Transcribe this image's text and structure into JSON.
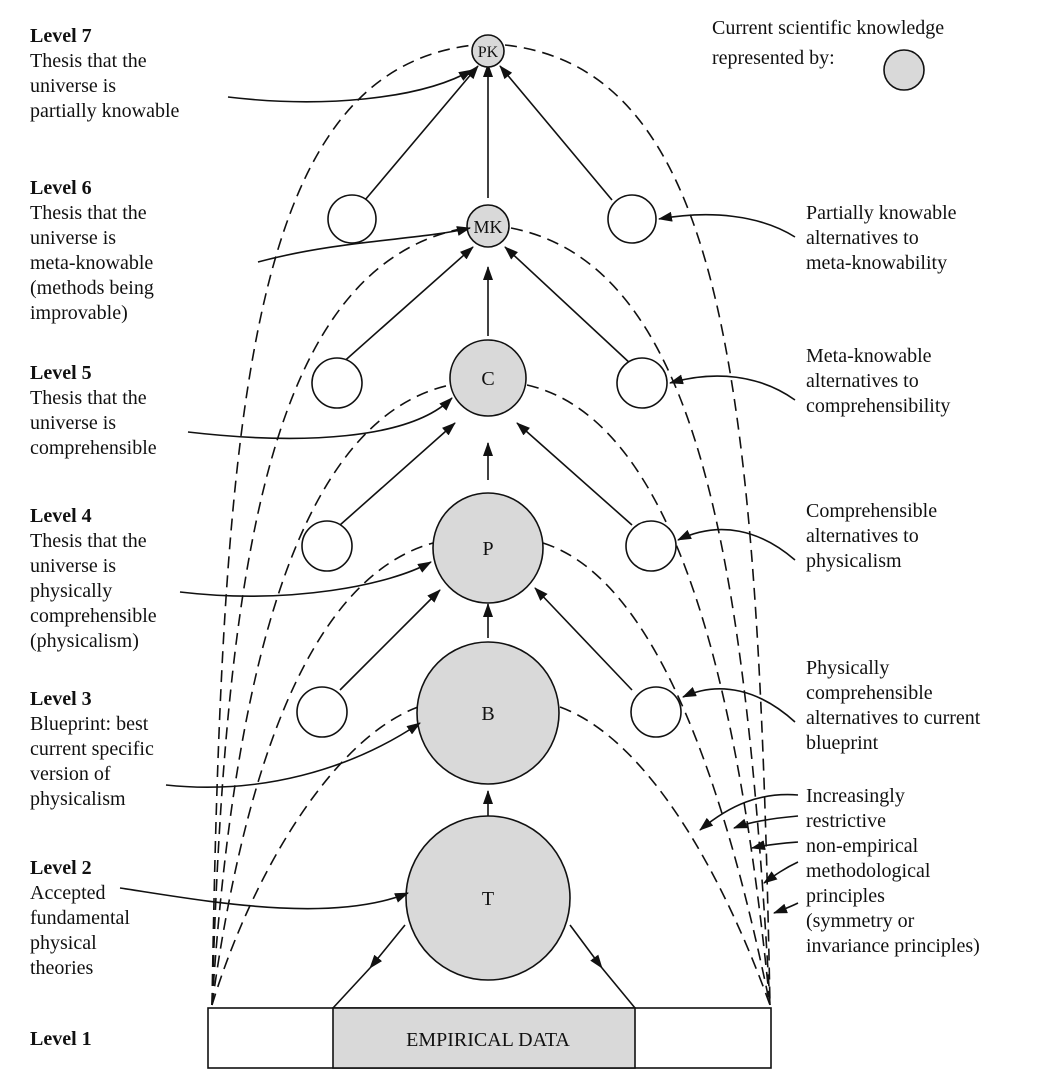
{
  "colors": {
    "current_node_fill": "#d9d9d9",
    "alt_node_fill": "#ffffff",
    "stroke": "#111111"
  },
  "legend": {
    "line1": "Current scientific knowledge",
    "line2": "represented by:"
  },
  "levels": [
    {
      "title": "Level 7",
      "desc": [
        "Thesis that the",
        "universe is",
        "partially knowable"
      ]
    },
    {
      "title": "Level 6",
      "desc": [
        "Thesis that the",
        "universe is",
        "meta-knowable",
        "(methods being",
        "improvable)"
      ]
    },
    {
      "title": "Level 5",
      "desc": [
        "Thesis that the",
        "universe is",
        "comprehensible"
      ]
    },
    {
      "title": "Level 4",
      "desc": [
        "Thesis that the",
        "universe is",
        "physically",
        "comprehensible",
        "(physicalism)"
      ]
    },
    {
      "title": "Level 3",
      "desc": [
        "Blueprint: best",
        "current specific",
        "version of",
        "physicalism"
      ]
    },
    {
      "title": "Level 2",
      "desc": [
        "Accepted",
        "fundamental",
        "physical",
        "theories"
      ]
    },
    {
      "title": "Level 1",
      "desc": []
    }
  ],
  "nodes": {
    "pk": "PK",
    "mk": "MK",
    "c": "C",
    "p": "P",
    "b": "B",
    "t": "T"
  },
  "empirical_data": "EMPIRICAL DATA",
  "alternatives": [
    [
      "Partially knowable",
      "alternatives to",
      "meta-knowability"
    ],
    [
      "Meta-knowable",
      "alternatives to",
      "comprehensibility"
    ],
    [
      "Comprehensible",
      "alternatives to",
      "physicalism"
    ],
    [
      "Physically",
      "comprehensible",
      "alternatives to current",
      "blueprint"
    ]
  ],
  "principles": [
    "Increasingly",
    "restrictive",
    "non-empirical",
    "methodological",
    "principles",
    "(symmetry or",
    "invariance principles)"
  ]
}
